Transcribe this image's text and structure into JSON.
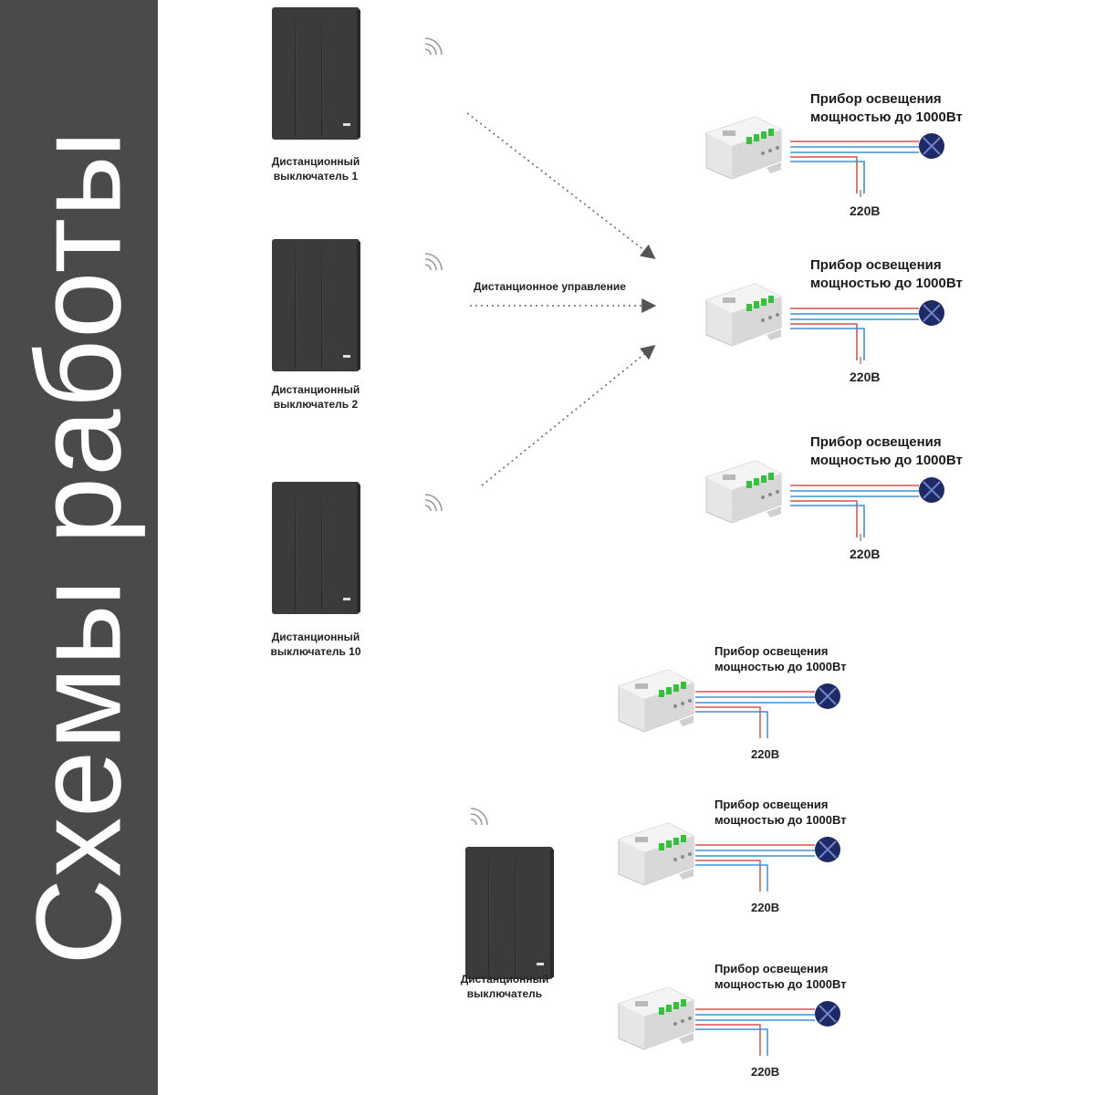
{
  "sidebar": {
    "title": "Схемы работы"
  },
  "scheme_multi": {
    "switches": [
      {
        "line1": "Дистанционный",
        "line2": "выключатель 1"
      },
      {
        "line1": "Дистанционный",
        "line2": "выключатель 2"
      },
      {
        "line1": "Дистанционный",
        "line2": "выключатель 10"
      }
    ],
    "remote_label": "Дистанционное управление",
    "devices": [
      {
        "line1": "Прибор освещения",
        "line2": "мощностью до 1000Вт",
        "voltage": "220В"
      },
      {
        "line1": "Прибор освещения",
        "line2": "мощностью до 1000Вт",
        "voltage": "220В"
      },
      {
        "line1": "Прибор освещения",
        "line2": "мощностью до 1000Вт",
        "voltage": "220В"
      }
    ]
  },
  "scheme_single": {
    "switch": {
      "line1": "Дистанционный",
      "line2": "выключатель"
    },
    "devices": [
      {
        "line1": "Прибор освещения",
        "line2": "мощностью до 1000Вт",
        "voltage": "220В"
      },
      {
        "line1": "Прибор освещения",
        "line2": "мощностью до 1000Вт",
        "voltage": "220В"
      },
      {
        "line1": "Прибор освещения",
        "line2": "мощностью до 1000Вт",
        "voltage": "220В"
      }
    ]
  },
  "colors": {
    "sidebar": "#4a4a4a",
    "switch": "#3b3b3b",
    "phase": "#d9534f",
    "neutral": "#3d8fd6",
    "lamp": "#1e2a66"
  },
  "icons": {
    "switch": "wall-switch-icon",
    "wireless": "wifi-signal-icon",
    "relay": "relay-module-icon",
    "lamp": "lamp-icon"
  }
}
